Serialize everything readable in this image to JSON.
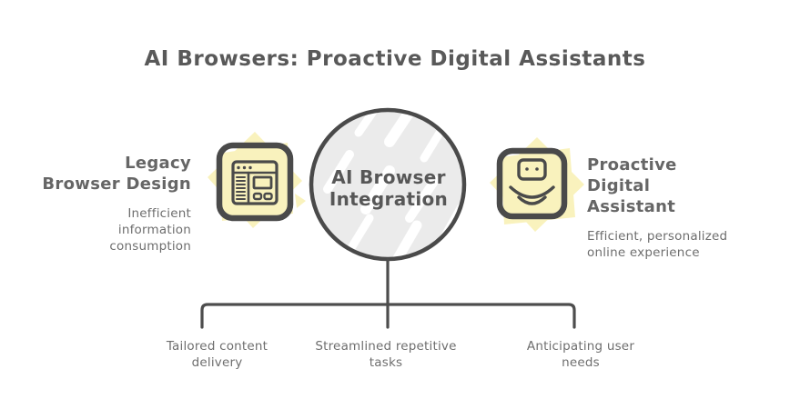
{
  "title": "AI Browsers: Proactive Digital Assistants",
  "center_node": {
    "label": "AI Browser\nIntegration"
  },
  "left_node": {
    "heading": "Legacy\nBrowser Design",
    "description": "Inefficient\ninformation\nconsumption",
    "icon": "legacy-browser-window-icon"
  },
  "right_node": {
    "heading": "Proactive\nDigital\nAssistant",
    "description": "Efficient, personalized\nonline experience",
    "icon": "voice-assistant-icon"
  },
  "branches": [
    {
      "label": "Tailored content\ndelivery"
    },
    {
      "label": "Streamlined repetitive\ntasks"
    },
    {
      "label": "Anticipating user\nneeds"
    }
  ],
  "colors": {
    "background": "#ffffff",
    "title_text": "#595959",
    "heading_text": "#666666",
    "body_text": "#6e6e6e",
    "outline": "#4a4a4a",
    "connector": "#4d4d4d",
    "icon_accent_yellow": "#f9f2bd",
    "circle_fill": "#ebebeb"
  }
}
